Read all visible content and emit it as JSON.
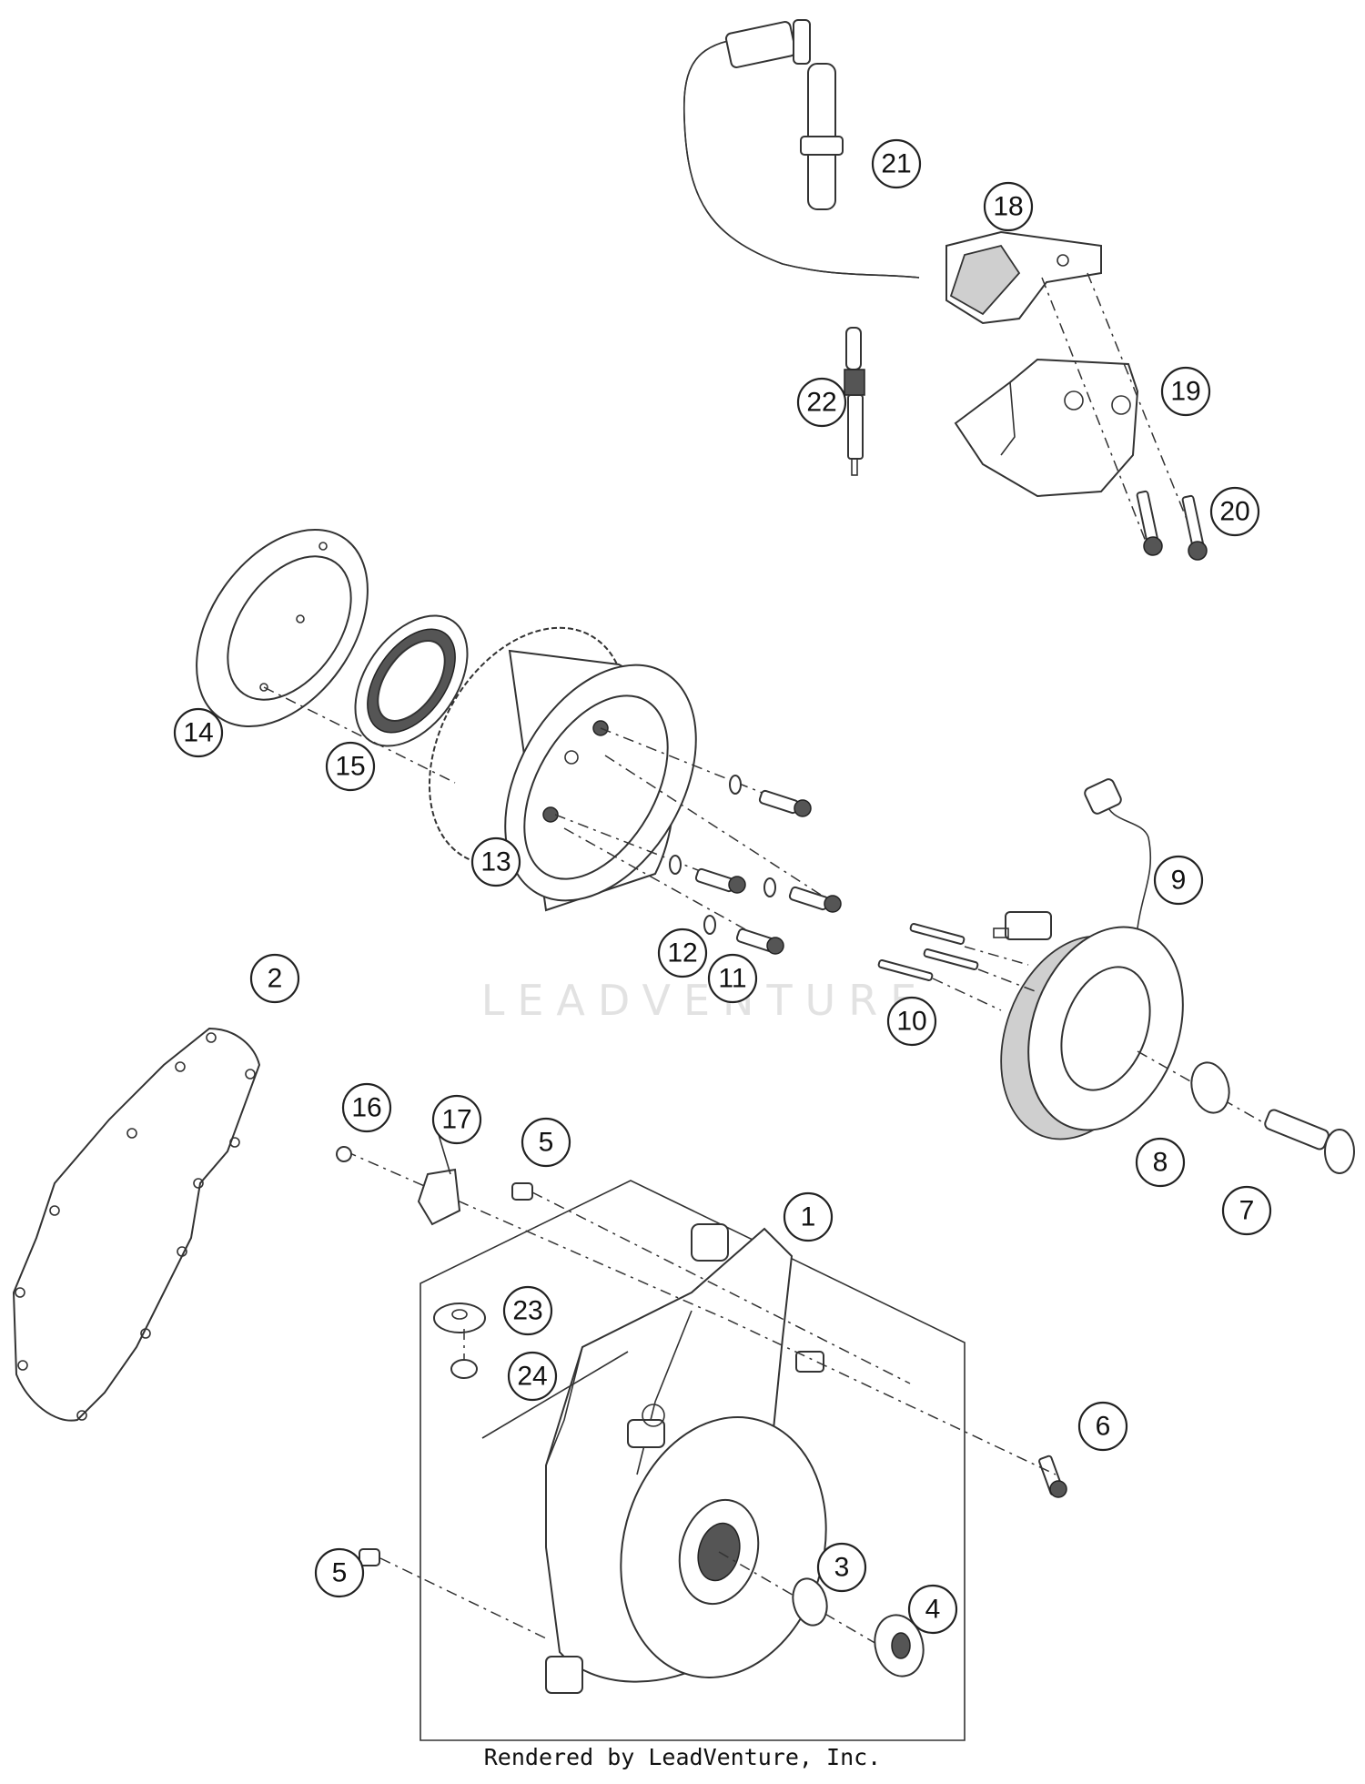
{
  "callouts": [
    {
      "label": "1"
    },
    {
      "label": "2"
    },
    {
      "label": "3"
    },
    {
      "label": "4"
    },
    {
      "label": "5"
    },
    {
      "label": "5"
    },
    {
      "label": "6"
    },
    {
      "label": "7"
    },
    {
      "label": "8"
    },
    {
      "label": "9"
    },
    {
      "label": "10"
    },
    {
      "label": "11"
    },
    {
      "label": "12"
    },
    {
      "label": "13"
    },
    {
      "label": "14"
    },
    {
      "label": "15"
    },
    {
      "label": "16"
    },
    {
      "label": "17"
    },
    {
      "label": "18"
    },
    {
      "label": "19"
    },
    {
      "label": "20"
    },
    {
      "label": "21"
    },
    {
      "label": "22"
    },
    {
      "label": "23"
    },
    {
      "label": "24"
    }
  ],
  "watermark": "LEADVENTURE",
  "footer": "Rendered by LeadVenture, Inc."
}
